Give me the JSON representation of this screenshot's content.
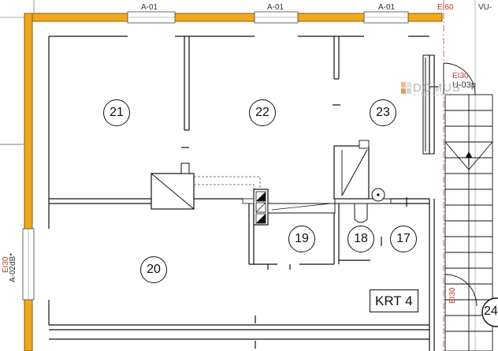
{
  "rooms": [
    {
      "id": "r21",
      "number": "21"
    },
    {
      "id": "r22",
      "number": "22"
    },
    {
      "id": "r23",
      "number": "23"
    },
    {
      "id": "r20",
      "number": "20"
    },
    {
      "id": "r19",
      "number": "19"
    },
    {
      "id": "r18",
      "number": "18"
    },
    {
      "id": "r17",
      "number": "17"
    },
    {
      "id": "r24",
      "number": "24"
    }
  ],
  "window_tags": [
    "A-01",
    "A-01",
    "A-01"
  ],
  "fire_ratings": {
    "top_right": "EI60",
    "stair_door": "EI30",
    "left_door": "EI30",
    "lower_right_door": "EI30"
  },
  "door_tags": {
    "stair": "U-03p",
    "left": "A-02dB*"
  },
  "edge_tag": "VU-",
  "block_label": "KRT 4",
  "watermark": {
    "brand": "DOMUS",
    "sub": "KINNISVARA"
  },
  "colors": {
    "outer_wall": "#f2a81d",
    "outer_wall_edge": "#8a5a00",
    "fire_line": "#d9534f",
    "ink": "#111111"
  }
}
